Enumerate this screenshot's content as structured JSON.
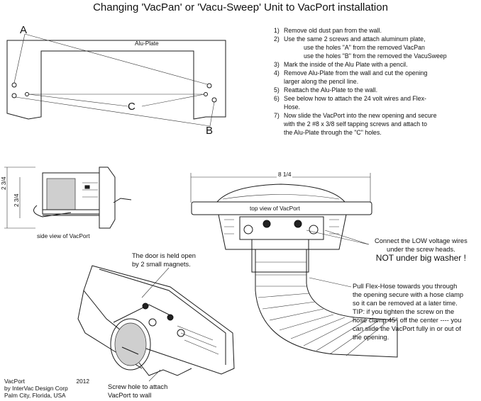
{
  "title": "Changing 'VacPan' or 'Vacu-Sweep' Unit to VacPort installation",
  "alu_plate": {
    "label": "Alu-Plate",
    "hole_a": "A",
    "hole_b": "B",
    "hole_c": "C"
  },
  "steps": [
    {
      "num": "1)",
      "text": "Remove old dust pan from the wall.",
      "cont": []
    },
    {
      "num": "2)",
      "text": "Use the same 2 screws and attach aluminum plate,",
      "cont": [
        "use the holes \"A\" from the removed VacPan",
        "use the holes \"B\" from the removed the VacuSweep"
      ]
    },
    {
      "num": "3)",
      "text": "Mark the inside of the Alu Plate with a pencil.",
      "cont": []
    },
    {
      "num": "4)",
      "text": "Remove Alu-Plate from the wall and cut the opening",
      "cont": [
        "larger along the pencil line."
      ]
    },
    {
      "num": "5)",
      "text": "Reattach the Alu-Plate to the wall.",
      "cont": []
    },
    {
      "num": "6)",
      "text": "See below how to attach the 24 volt wires and Flex-",
      "cont": [
        "Hose."
      ]
    },
    {
      "num": "7)",
      "text": "Now slide the VacPort into the new opening and secure",
      "cont": [
        "with the 2  #8 x 3/8 self tapping screws and attach to",
        "the Alu-Plate through the \"C\" holes."
      ]
    }
  ],
  "side_view": {
    "caption": "side view of VacPort",
    "dim_outer": "2 3/4",
    "dim_inner": "2 3/4"
  },
  "top_view": {
    "caption": "top view of VacPort",
    "width_dim": "8 1/4"
  },
  "notes": {
    "door": [
      "The door is held open",
      "by 2 small magnets."
    ],
    "wires": [
      "Connect the LOW voltage wires",
      "under the screw heads."
    ],
    "wires_warning": "NOT under big washer !",
    "flex": [
      "Pull Flex-Hose towards you through",
      "the opening secure with a hose clamp",
      "so it can be removed at a later time.",
      "TIP: if you tighten the screw on the",
      "hose clamp 45° off the center ---- you",
      "can slide the VacPort fully in or out of",
      "the opening."
    ],
    "screw_hole": [
      "Screw hole to attach",
      "VacPort to wall"
    ]
  },
  "footer": {
    "product": "VacPort",
    "year": "2012",
    "company": "by InterVac Design Corp",
    "city": "Palm City, Florida, USA"
  }
}
